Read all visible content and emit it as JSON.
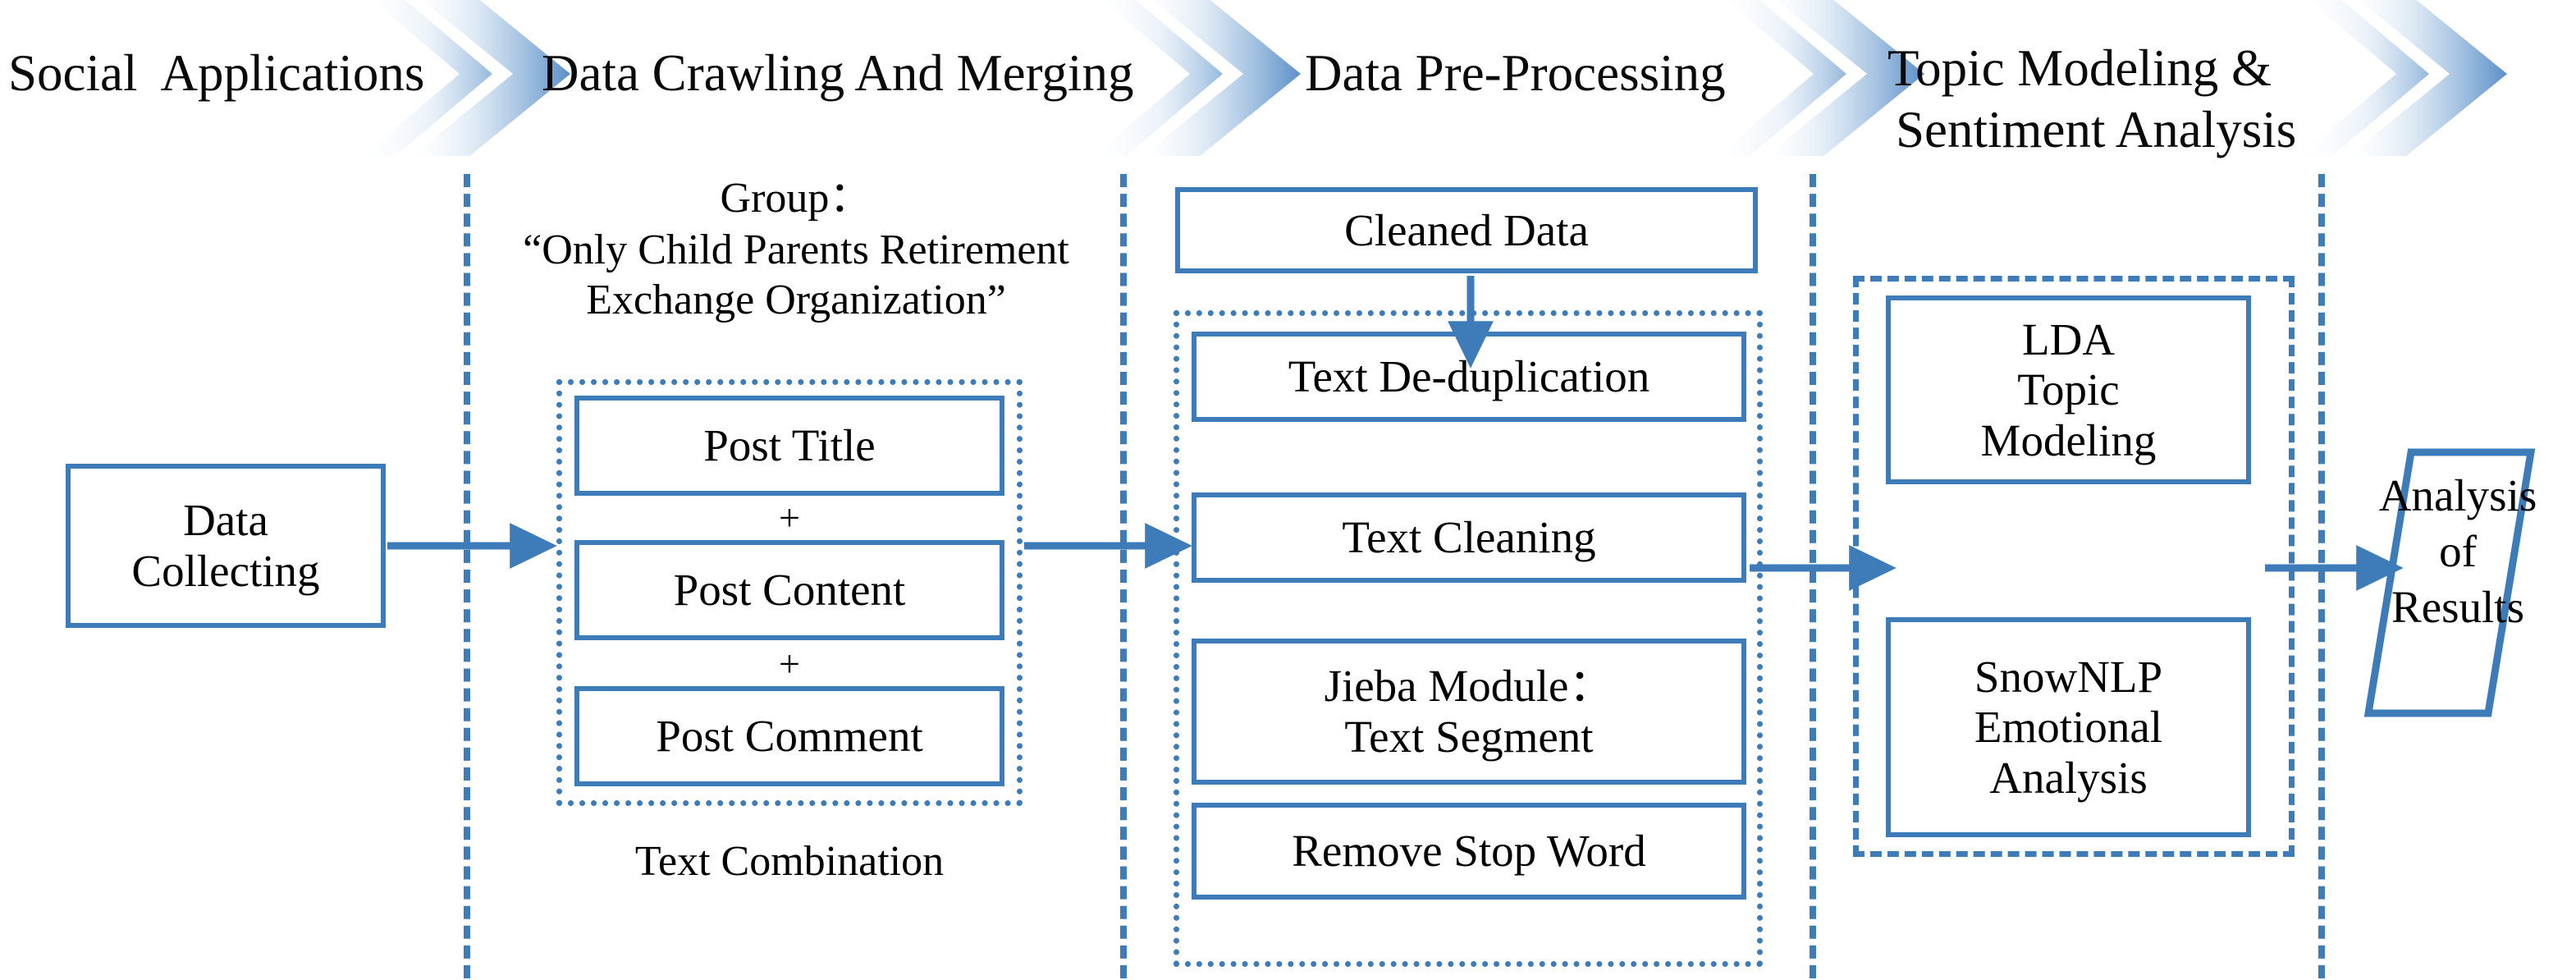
{
  "figure": {
    "title": "Research framework flowchart: social data collection to topic modeling and sentiment analysis",
    "accent_color": "#3D7CB8",
    "chevron_gradient_start": "#ffffff",
    "chevron_gradient_end": "#5b8fc9",
    "text_color": "#000000",
    "background": "#ffffff"
  },
  "stages": [
    {
      "id": "social-applications",
      "label": "Social  Applications"
    },
    {
      "id": "data-crawling-merging",
      "label": "Data Crawling And Merging"
    },
    {
      "id": "data-pre-processing",
      "label": "Data Pre-Processing"
    },
    {
      "id": "topic-sentiment",
      "label_line1": "Topic Modeling &",
      "label_line2": "Sentiment Analysis"
    }
  ],
  "stage1": {
    "data_collecting": {
      "line1": "Data",
      "line2": "Collecting"
    }
  },
  "stage2": {
    "group_caption_label": "Group",
    "group_caption_colon": "：",
    "group_name_line1": "“Only Child Parents Retirement",
    "group_name_line2": "Exchange Organization”",
    "combination_boxes": [
      {
        "id": "post-title",
        "label": "Post Title"
      },
      {
        "id": "post-content",
        "label": "Post Content"
      },
      {
        "id": "post-comment",
        "label": "Post Comment"
      }
    ],
    "operators": [
      "+",
      "+"
    ],
    "caption": "Text Combination"
  },
  "stage3": {
    "cleaned_data": {
      "label": "Cleaned Data"
    },
    "steps": [
      {
        "id": "text-de-duplication",
        "line1": "Text De-duplication",
        "line2": ""
      },
      {
        "id": "text-cleaning",
        "line1": "Text Cleaning",
        "line2": ""
      },
      {
        "id": "jieba-module",
        "line1": "Jieba Module：",
        "line2": "Text Segment"
      },
      {
        "id": "remove-stop-word",
        "line1": "Remove Stop Word",
        "line2": ""
      }
    ]
  },
  "stage4": {
    "models": [
      {
        "id": "lda-topic-modeling",
        "line1": "LDA",
        "line2": "Topic",
        "line3": "Modeling"
      },
      {
        "id": "snownlp-emotional-analysis",
        "line1": "SnowNLP",
        "line2": "Emotional",
        "line3": "Analysis"
      }
    ]
  },
  "stage5": {
    "result": {
      "line1": "Analysis",
      "line2": "of",
      "line3": "Results"
    }
  }
}
